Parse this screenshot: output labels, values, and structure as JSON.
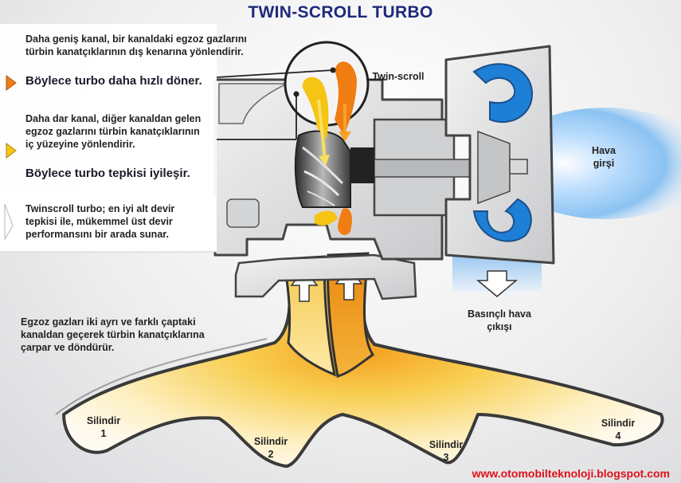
{
  "title": "TWIN-SCROLL TURBO",
  "wide_channel": {
    "text": "Daha geniş kanal, bir kanaldaki egzoz gazlarını türbin kanatçıklarının dış kenarına yönlendirir.",
    "result": "Böylece turbo daha hızlı döner."
  },
  "narrow_channel": {
    "text": "Daha dar kanal, diğer kanaldan gelen egzoz gazlarını türbin kanatçıklarının iç yüzeyine yönlendirir.",
    "result": "Böylece turbo tepkisi iyileşir."
  },
  "summary": "Twinscroll turbo; en iyi alt devir tepkisi ile, mükemmel  üst devir performansını bir arada sunar.",
  "exhaust_note": "Egzoz gazları iki ayrı ve farklı çaptaki kanaldan geçerek türbin kanatçıklarına çarpar ve döndürür.",
  "labels": {
    "twin_scroll": "Twin-scroll",
    "air_inlet": "Hava girşi",
    "pressurized_air": "Basınçlı hava çıkışı"
  },
  "cylinders": [
    {
      "name": "Silindir",
      "number": "1"
    },
    {
      "name": "Silindir",
      "number": "2"
    },
    {
      "name": "Silindir",
      "number": "3"
    },
    {
      "name": "Silindir",
      "number": "4"
    }
  ],
  "website": "www.otomobilteknoloji.blogspot.com",
  "colors": {
    "title": "#1d2a7a",
    "exhaust_orange": "#f07d12",
    "exhaust_yellow": "#f6c415",
    "compressor_blue": "#1e7fd6",
    "website_red": "#e0101a"
  }
}
